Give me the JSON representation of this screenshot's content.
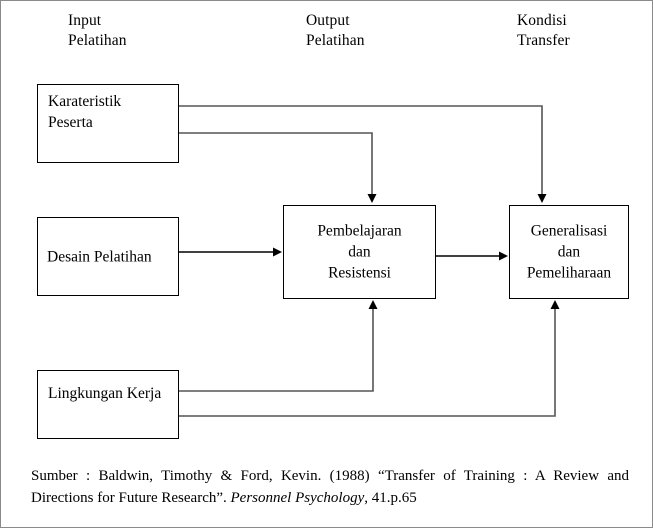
{
  "diagram": {
    "title_columns": [
      {
        "id": "input",
        "label": "Input\nPelatihan"
      },
      {
        "id": "output",
        "label": "Output\nPelatihan"
      },
      {
        "id": "kondisi",
        "label": "Kondisi\nTransfer"
      }
    ],
    "nodes": [
      {
        "id": "karateristik",
        "label": "Karateristik\nPeserta",
        "column": "input"
      },
      {
        "id": "desain",
        "label": "Desain Pelatihan",
        "column": "input"
      },
      {
        "id": "lingkungan",
        "label": "Lingkungan Kerja",
        "column": "input"
      },
      {
        "id": "pembelajaran",
        "label": "Pembelajaran\ndan\nResistensi",
        "column": "output"
      },
      {
        "id": "generalisasi",
        "label": "Generalisasi\ndan\nPemeliharaan",
        "column": "kondisi"
      }
    ],
    "edges": [
      {
        "from": "karateristik",
        "to": "generalisasi"
      },
      {
        "from": "karateristik",
        "to": "pembelajaran"
      },
      {
        "from": "desain",
        "to": "pembelajaran"
      },
      {
        "from": "pembelajaran",
        "to": "generalisasi"
      },
      {
        "from": "lingkungan",
        "to": "pembelajaran"
      },
      {
        "from": "lingkungan",
        "to": "generalisasi"
      }
    ],
    "line_color": "#555555",
    "box_border_color": "#000000",
    "background": "#ffffff"
  },
  "caption": {
    "prefix": "Sumber : Baldwin, Timothy & Ford, Kevin. (1988)  “Transfer of Training : A Review and Directions for Future Research”. ",
    "journal": "Personnel Psychology",
    "suffix": ", 41.p.65"
  }
}
